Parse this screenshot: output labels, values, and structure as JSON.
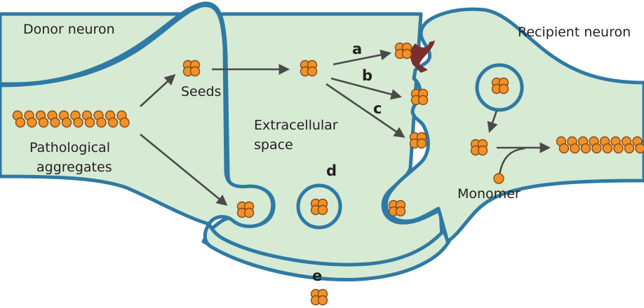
{
  "labels": {
    "donor_neuron": "Donor neuron",
    "recipient_neuron": "Recipient neuron",
    "seeds": "Seeds",
    "pathological_line1": "Pathological",
    "pathological_line2": "aggregates",
    "extracellular_line1": "Extracellular",
    "extracellular_line2": "space",
    "monomer": "Monomer"
  },
  "routes": {
    "a": "a",
    "b": "b",
    "c": "c",
    "d": "d",
    "e": "e"
  },
  "colors": {
    "membrane": "#2f7aa3",
    "cytoplasm": "#d6ead4",
    "protein_fill": "#f0912a",
    "protein_stroke": "#8a4a12",
    "receptor": "#7a2e2e",
    "arrow": "#4a4a4a"
  }
}
